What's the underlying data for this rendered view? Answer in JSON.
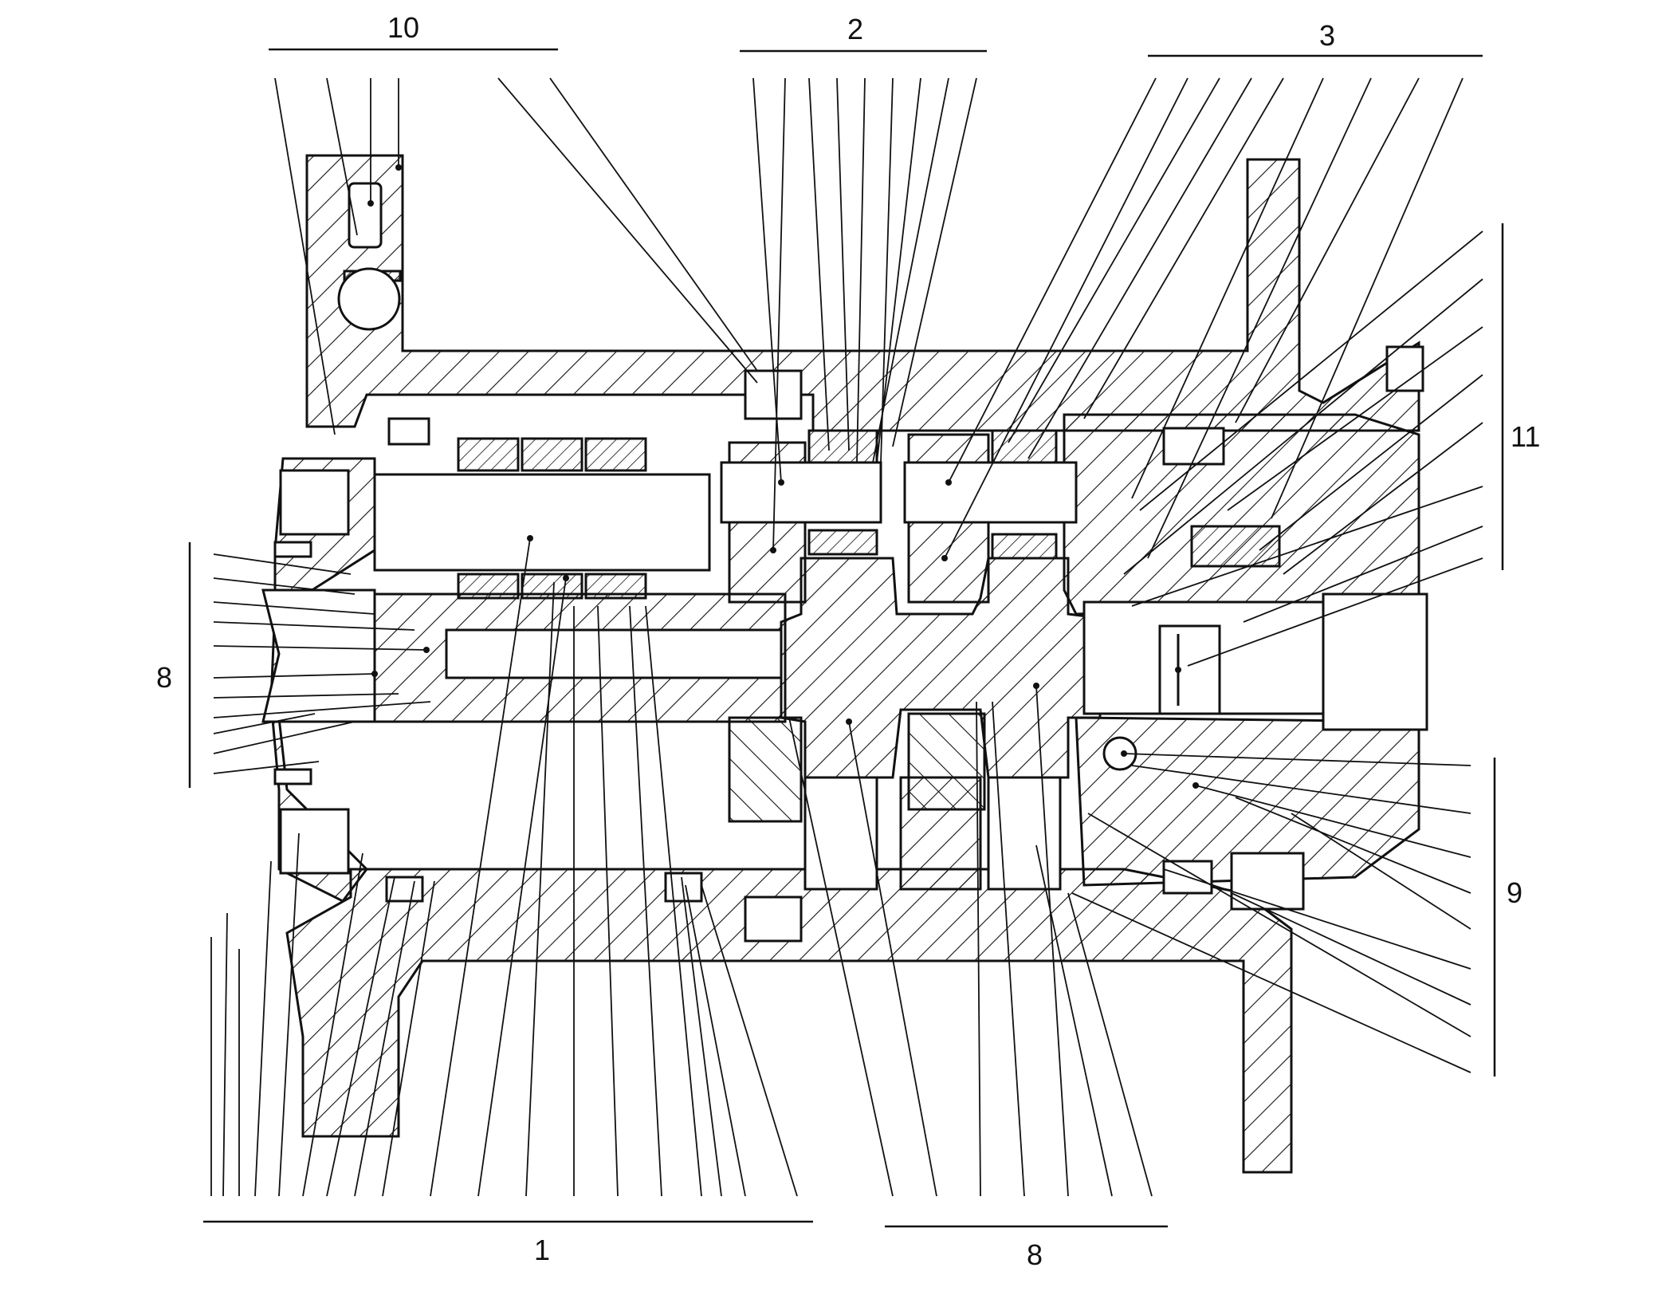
{
  "diagram": {
    "type": "mechanical-cross-section",
    "ink_color": "#111111",
    "paper_color": "#ffffff",
    "group_labels": [
      {
        "id": "label-10",
        "text": "10"
      },
      {
        "id": "label-2",
        "text": "2"
      },
      {
        "id": "label-3",
        "text": "3"
      },
      {
        "id": "label-11",
        "text": "11"
      },
      {
        "id": "label-8-left",
        "text": "8"
      },
      {
        "id": "label-9",
        "text": "9"
      },
      {
        "id": "label-1",
        "text": "1"
      },
      {
        "id": "label-8-bottom",
        "text": "8"
      }
    ]
  }
}
